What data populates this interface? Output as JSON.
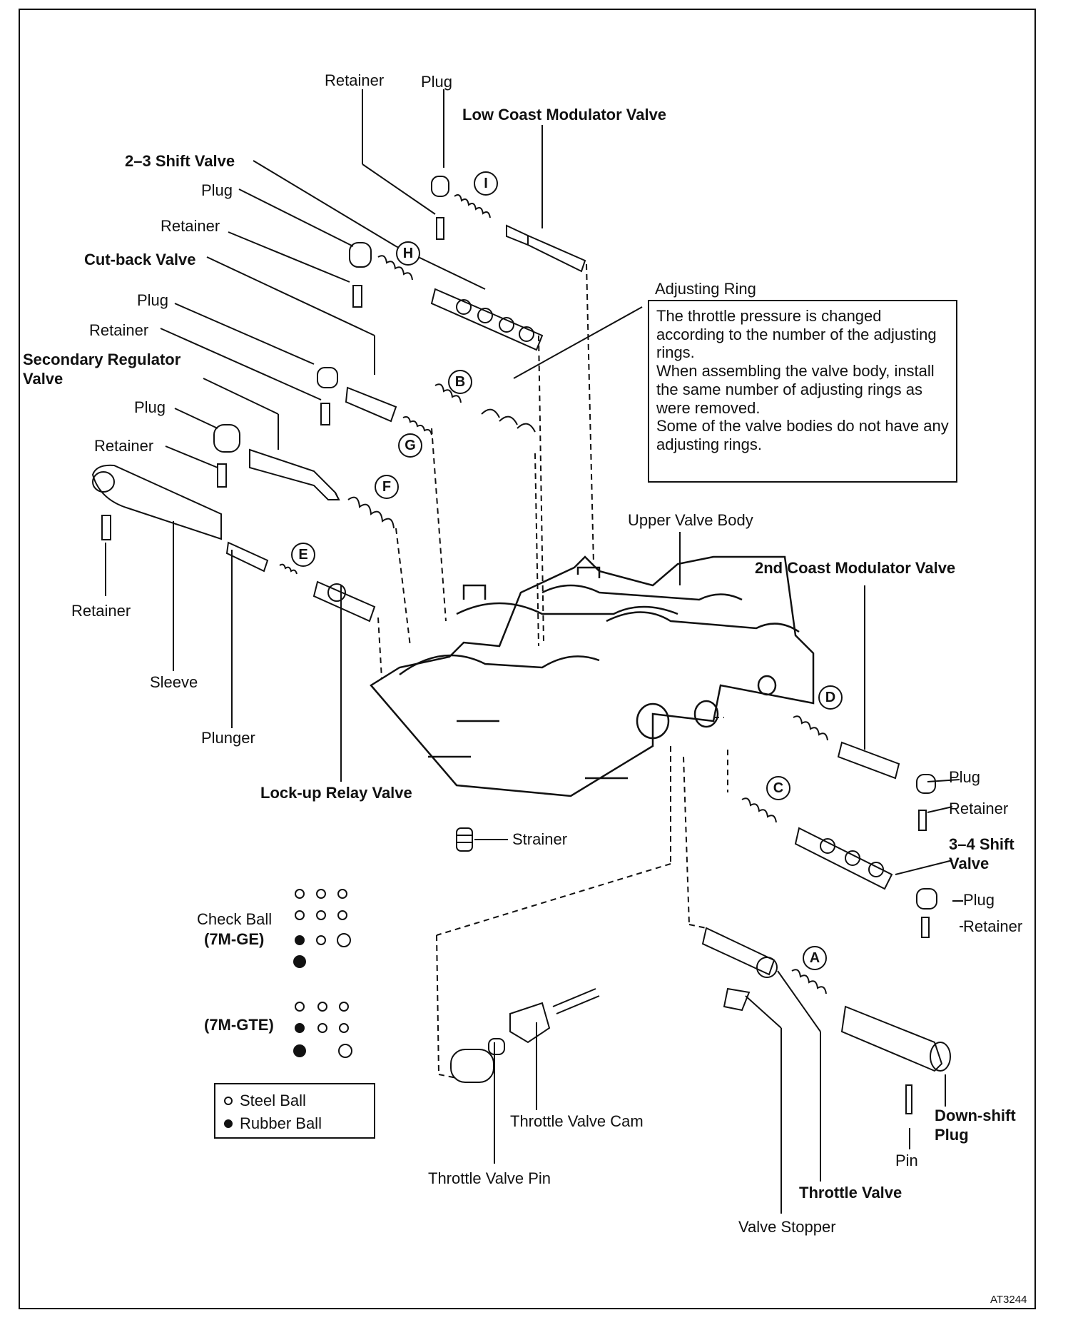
{
  "labels": {
    "retainer_top": "Retainer",
    "plug_top": "Plug",
    "low_coast_modulator_valve": "Low Coast Modulator Valve",
    "shift_valve_23": "2–3 Shift Valve",
    "plug_2": "Plug",
    "retainer_2": "Retainer",
    "cut_back_valve": "Cut-back Valve",
    "plug_3": "Plug",
    "retainer_3": "Retainer",
    "secondary_regulator_valve": "Secondary Regulator Valve",
    "plug_4": "Plug",
    "retainer_4": "Retainer",
    "retainer_5": "Retainer",
    "sleeve": "Sleeve",
    "plunger": "Plunger",
    "lock_up_relay_valve": "Lock-up Relay Valve",
    "adjusting_ring": "Adjusting Ring",
    "upper_valve_body": "Upper Valve Body",
    "second_coast_modulator_valve": "2nd Coast Modulator Valve",
    "plug_d": "Plug",
    "retainer_d": "Retainer",
    "shift_valve_34": "3–4 Shift Valve",
    "plug_34": "Plug",
    "retainer_34": "Retainer",
    "strainer": "Strainer",
    "check_ball": "Check Ball",
    "model_7mge": "(7M-GE)",
    "model_7mgte": "(7M-GTE)",
    "throttle_valve_cam": "Throttle Valve Cam",
    "throttle_valve_pin": "Throttle Valve Pin",
    "down_shift_plug": "Down-shift Plug",
    "pin": "Pin",
    "throttle_valve": "Throttle Valve",
    "valve_stopper": "Valve Stopper"
  },
  "spring_letters": {
    "i": "I",
    "h": "H",
    "b": "B",
    "g": "G",
    "f": "F",
    "e": "E",
    "d": "D",
    "c": "C",
    "a": "A"
  },
  "note": {
    "line1": "The throttle pressure is changed according to the number of the adjusting rings.",
    "line2": "When assembling the valve body, install the same number of adjusting rings as were removed.",
    "line3": "Some of the valve bodies do not have any adjusting rings."
  },
  "legend": {
    "steel_symbol": "○ :",
    "steel_label": "Steel Ball",
    "rubber_symbol": "● :",
    "rubber_label": "Rubber Ball"
  },
  "check_balls": {
    "7M-GE": [
      [
        "steel",
        "steel",
        "steel"
      ],
      [
        "steel",
        "steel",
        "steel"
      ],
      [
        "rubber",
        "steel",
        "steel-large"
      ],
      [
        "rubber"
      ]
    ],
    "7M-GTE": [
      [
        "steel",
        "steel",
        "steel"
      ],
      [
        "rubber",
        "steel",
        "steel"
      ],
      [
        "rubber",
        "",
        "steel-large"
      ]
    ]
  },
  "reference_code": "AT3244",
  "colors": {
    "ink": "#111111",
    "paper": "#ffffff"
  }
}
